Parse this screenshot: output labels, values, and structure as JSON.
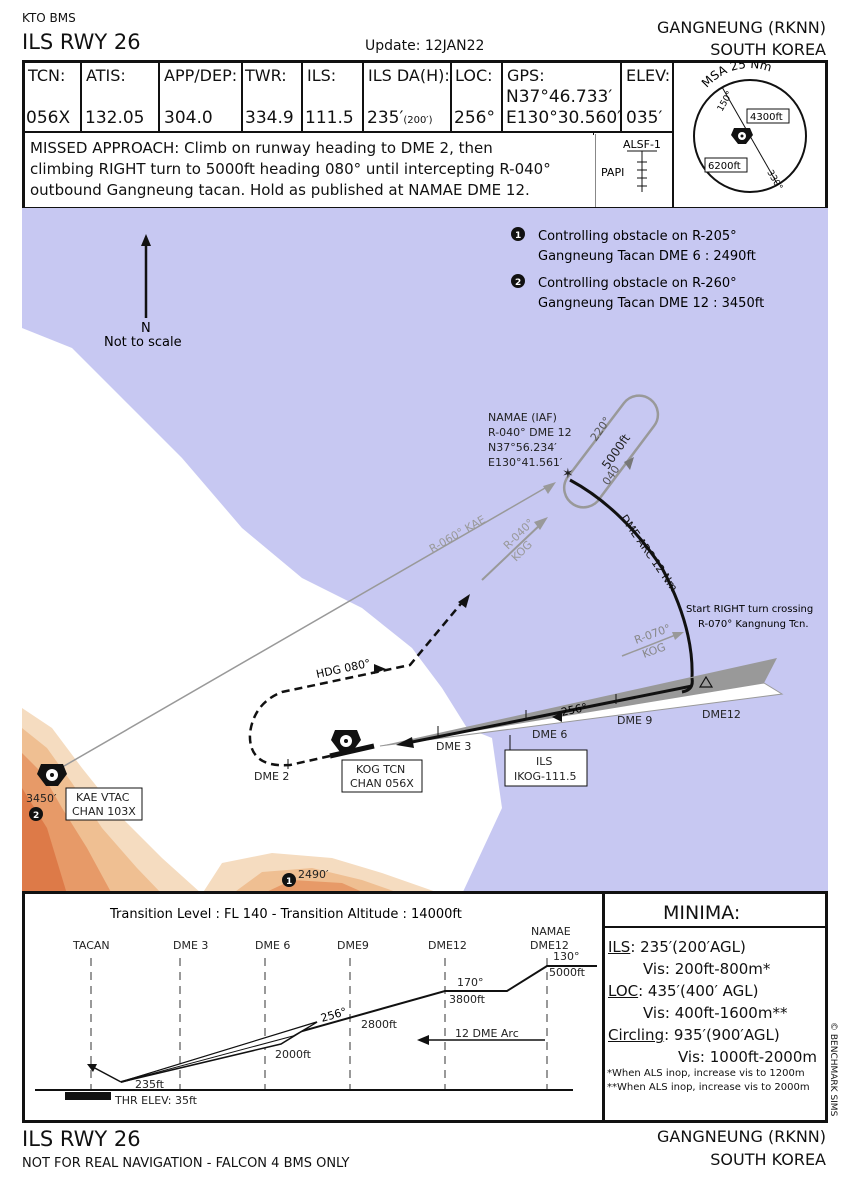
{
  "header": {
    "org": "KTO BMS",
    "title": "ILS RWY 26",
    "update": "Update: 12JAN22",
    "airport": "GANGNEUNG (RKNN)",
    "country": "SOUTH KOREA"
  },
  "freq": [
    {
      "label": "TCN:",
      "value": "056X"
    },
    {
      "label": "ATIS:",
      "value": "132.05"
    },
    {
      "label": "APP/DEP:",
      "value": "304.0"
    },
    {
      "label": "TWR:",
      "value": "334.9"
    },
    {
      "label": "ILS:",
      "value": "111.5"
    },
    {
      "label": "ILS DA(H):",
      "value": "235′",
      "sub": "(200′)"
    },
    {
      "label": "LOC:",
      "value": "256°"
    },
    {
      "label": "GPS:",
      "value": "N37°46.733′",
      "value2": "E130°30.560′"
    },
    {
      "label": "ELEV:",
      "value": "035′"
    }
  ],
  "missed": {
    "line1": "MISSED APPROACH: Climb on runway heading to DME 2, then",
    "line2": "climbing RIGHT turn to 5000ft heading 080° until intercepting R-040°",
    "line3": "outbound Gangneung tacan. Hold as published at NAMAE DME 12."
  },
  "lights": {
    "alsf": "ALSF-1",
    "papi": "PAPI"
  },
  "msa": {
    "title": "MSA 25 Nm",
    "alt1": "4300ft",
    "alt2": "6200ft",
    "r1": "150°",
    "r2": "330°"
  },
  "plan": {
    "north": "N",
    "scale": "Not to scale",
    "obs1_num": "1",
    "obs1_l1": "Controlling obstacle on R-205°",
    "obs1_l2": "Gangneung Tacan DME 6 : 2490ft",
    "obs2_num": "2",
    "obs2_l1": "Controlling obstacle on R-260°",
    "obs2_l2": "Gangneung Tacan DME 12 : 3450ft",
    "namae1": "NAMAE (IAF)",
    "namae2": "R-040° DME 12",
    "namae3": "N37°56.234′",
    "namae4": "E130°41.561′",
    "hold_in": "220°",
    "hold_alt": "5000ft",
    "hold_out": "040",
    "arc": "DME ARC 12 Nm",
    "turn1": "Start RIGHT turn crossing",
    "turn2": "R-070° Kangnung Tcn.",
    "r070": "R-070°",
    "kog1": "KOG",
    "r060": "R-060° KAE",
    "r040": "R-040°",
    "kog2": "KOG",
    "hdg": "HDG 080°",
    "crs": "256°",
    "dme12": "DME12",
    "dme9": "DME 9",
    "dme6": "DME 6",
    "dme3": "DME 3",
    "dme2": "DME 2",
    "ils1": "ILS",
    "ils2": "IKOG-111.5",
    "kog_tcn1": "KOG TCN",
    "kog_tcn2": "CHAN 056X",
    "kae1": "KAE VTAC",
    "kae2": "CHAN 103X",
    "elev1": "3450′",
    "elev2": "2490′",
    "obs_mark1": "1",
    "obs_mark2": "2"
  },
  "profile": {
    "transition": "Transition Level : FL 140  -  Transition Altitude : 14000ft",
    "tacan": "TACAN",
    "dme3": "DME 3",
    "dme6": "DME 6",
    "dme9": "DME9",
    "dme12": "DME12",
    "namae1": "NAMAE",
    "namae2": "DME12",
    "a130": "130°",
    "a5000": "5000ft",
    "a170": "170°",
    "a3800": "3800ft",
    "a256": "256°",
    "a2800": "2800ft",
    "a2000": "2000ft",
    "arc": "12 DME Arc",
    "a235": "235ft",
    "thr": "THR ELEV: 35ft"
  },
  "minima": {
    "title": "MINIMA:",
    "ils_k": "ILS",
    "ils_v": ": 235′(200′AGL)",
    "ils_vis": "Vis: 200ft-800m*",
    "loc_k": "LOC",
    "loc_v": ": 435′(400′ AGL)",
    "loc_vis": "Vis: 400ft-1600m**",
    "circ_k": "Circling",
    "circ_v": ": 935′(900′AGL)",
    "circ_vis": "Vis: 1000ft-2000m",
    "note1": "*When ALS inop, increase vis to 1200m",
    "note2": "**When ALS inop, increase vis to 2000m"
  },
  "copyright": "© BENCHMARK SIMS",
  "footer": {
    "title": "ILS RWY 26",
    "disclaimer": "NOT FOR REAL NAVIGATION - FALCON 4 BMS ONLY",
    "airport": "GANGNEUNG (RKNN)",
    "country": "SOUTH KOREA"
  }
}
